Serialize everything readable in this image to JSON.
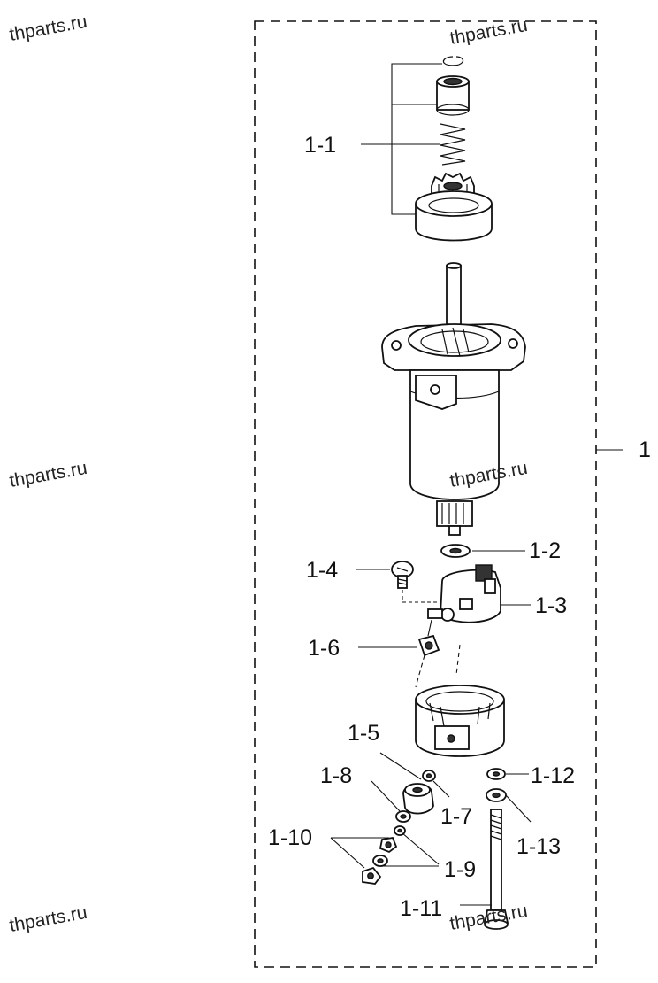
{
  "watermarks": [
    "thparts.ru",
    "thparts.ru",
    "thparts.ru",
    "thparts.ru",
    "thparts.ru",
    "thparts.ru"
  ],
  "labels": {
    "assembly": "1",
    "p1_1": "1-1",
    "p1_2": "1-2",
    "p1_3": "1-3",
    "p1_4": "1-4",
    "p1_5": "1-5",
    "p1_6": "1-6",
    "p1_7": "1-7",
    "p1_8": "1-8",
    "p1_9": "1-9",
    "p1_10": "1-10",
    "p1_11": "1-11",
    "p1_12": "1-12",
    "p1_13": "1-13"
  }
}
